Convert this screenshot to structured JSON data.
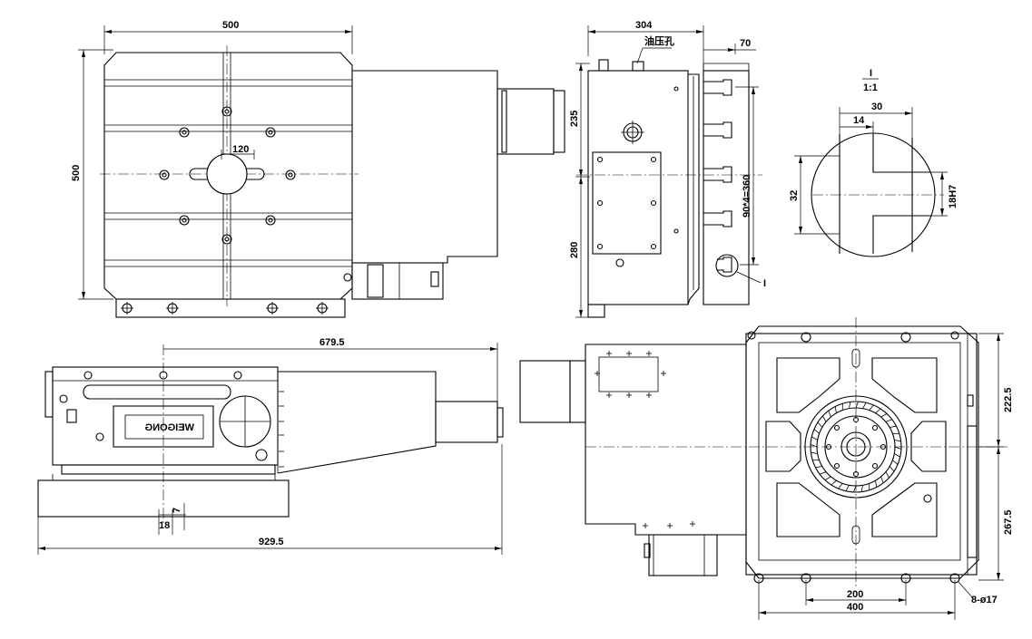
{
  "top_view": {
    "width_label": "500",
    "height_label": "500",
    "slot_label": "120"
  },
  "side_view": {
    "width_label": "304",
    "flange_label": "70",
    "upper_label": "235",
    "lower_label": "280",
    "slot_spacing_label": "90*4=360",
    "oil_hole_label": "油压孔",
    "detail_marker": "I"
  },
  "detail_view": {
    "title": "I",
    "scale": "1:1",
    "width_label": "30",
    "inner_label": "14",
    "height_label": "32",
    "slot_fit_label": "18H7"
  },
  "front_view": {
    "length_label": "679.5",
    "total_label": "929.5",
    "small_h_label": "7",
    "small_w_label": "18",
    "nameplate": "WEIGONG"
  },
  "plan_view": {
    "upper_label": "222.5",
    "lower_label": "267.5",
    "bolt_spacing_label": "200",
    "base_width_label": "400",
    "holes_label": "8-ø17"
  }
}
